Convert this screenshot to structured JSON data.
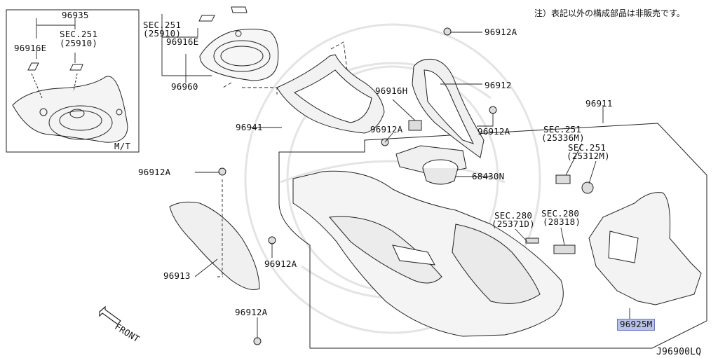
{
  "note": "注）表記以外の構成部品は非販売です。",
  "diagram_id": "J96900LQ",
  "inset": {
    "top_label": "96935",
    "sec_label": "SEC.251",
    "sec_ref": "(25910)",
    "clip_label": "96916E",
    "mt_label": "M/T"
  },
  "labels": {
    "sec251_a": "SEC.251",
    "sec251_a_ref": "(25910)",
    "p96916E": "96916E",
    "p96960": "96960",
    "p96941": "96941",
    "p96912A_top": "96912A",
    "p96912": "96912",
    "p96916H": "96916H",
    "p96912A_mid": "96912A",
    "p96912A_right": "96912A",
    "p68430N": "68430N",
    "p96911": "96911",
    "sec251_b": "SEC.251",
    "sec251_b_ref": "(25336M)",
    "sec251_c": "SEC.251",
    "sec251_c_ref": "(25312M)",
    "sec280_a": "SEC.280",
    "sec280_a_ref": "(25371D)",
    "sec280_b": "SEC.280",
    "sec280_b_ref": "(28318)",
    "p96912A_left": "96912A",
    "p96913": "96913",
    "p96912A_side": "96912A",
    "p96912A_bottom": "96912A",
    "p96925M": "96925M",
    "front": "FRONT"
  },
  "colors": {
    "line": "#222222",
    "highlight": "#b9c2e6",
    "watermark": "#e6e6e6"
  }
}
